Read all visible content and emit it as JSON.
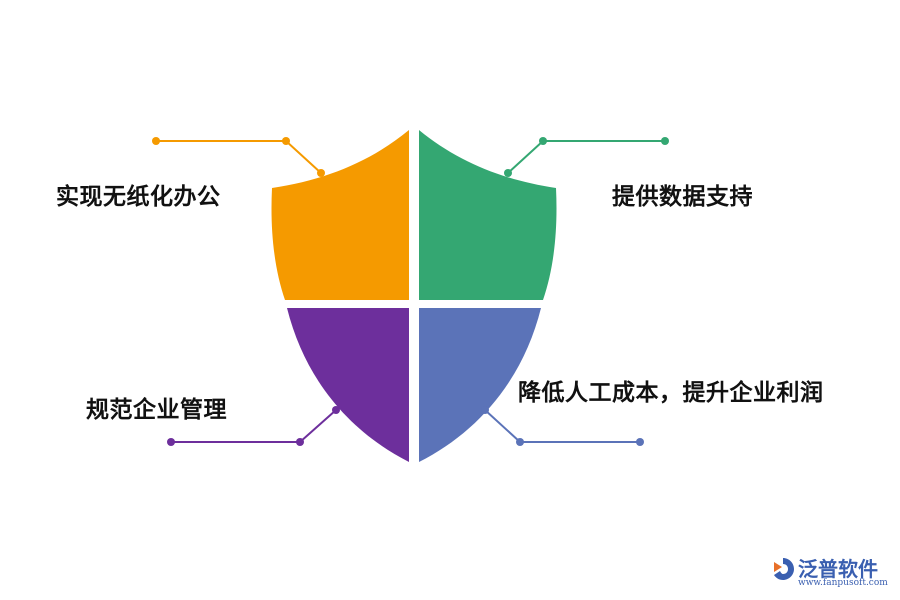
{
  "labels": {
    "top_left": "实现无纸化办公",
    "top_right": "提供数据支持",
    "bottom_left": "规范企业管理",
    "bottom_right": "降低人工成本，提升企业利润"
  },
  "colors": {
    "top_left": "#f59a00",
    "top_right": "#34a772",
    "bottom_left": "#6d2f9c",
    "bottom_right": "#5b73b8"
  },
  "watermark": {
    "brand": "泛普软件",
    "url": "www.fanpusoft.com"
  }
}
